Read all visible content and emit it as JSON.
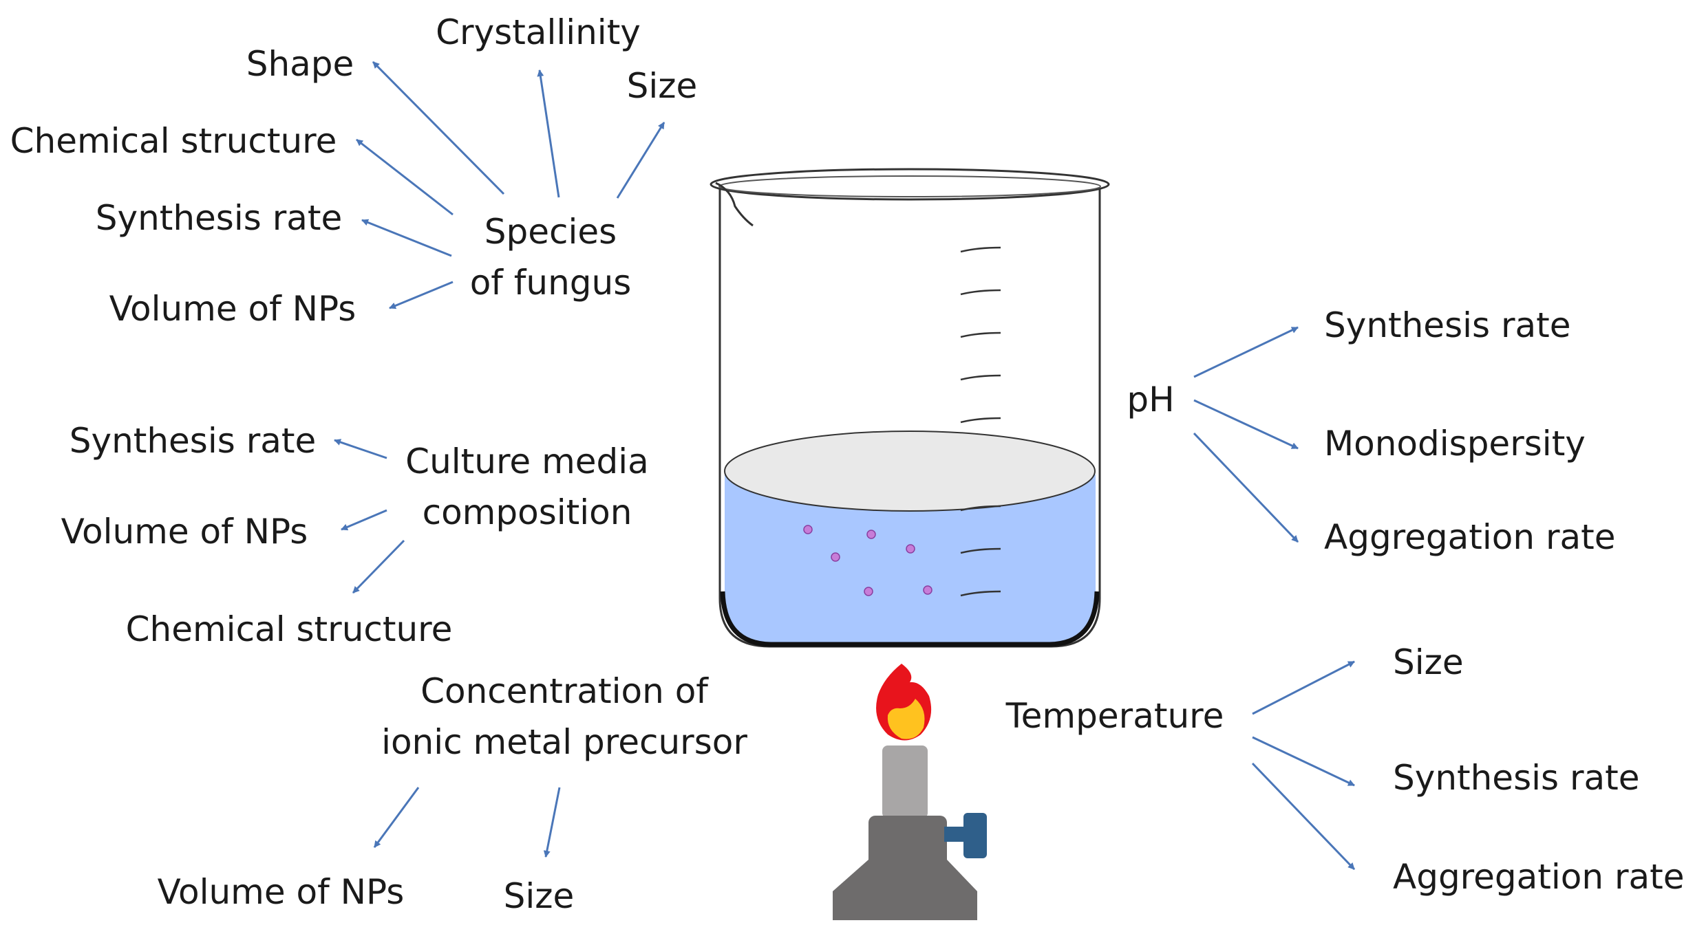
{
  "colors": {
    "arrow": "#4a76b8",
    "text": "#1a1a1a",
    "liquid": "#a9c7ff",
    "liquid_surface": "#e9e9e9",
    "nanoparticle": "#c77dd8",
    "flame_outer": "#e8141c",
    "flame_inner": "#ffc21f",
    "burner_tube": "#a8a6a6",
    "burner_body": "#6e6c6c",
    "burner_valve": "#2f5f8a"
  },
  "icons": [
    "beaker-icon",
    "bunsen-burner-icon",
    "flame-icon"
  ],
  "factors": {
    "species": {
      "title_line1": "Species",
      "title_line2": "of fungus",
      "effects": [
        "Crystallinity",
        "Shape",
        "Size",
        "Chemical structure",
        "Synthesis rate",
        "Volume of NPs"
      ]
    },
    "culture": {
      "title_line1": "Culture media",
      "title_line2": "composition",
      "effects": [
        "Synthesis rate",
        "Volume of NPs",
        "Chemical structure"
      ]
    },
    "concentration": {
      "title_line1": "Concentration of",
      "title_line2": "ionic metal precursor",
      "effects": [
        "Volume of NPs",
        "Size"
      ]
    },
    "ph": {
      "title": "pH",
      "effects": [
        "Synthesis rate",
        "Monodispersity",
        "Aggregation rate"
      ]
    },
    "temperature": {
      "title": "Temperature",
      "effects": [
        "Size",
        "Synthesis rate",
        "Aggregation rate"
      ]
    }
  }
}
